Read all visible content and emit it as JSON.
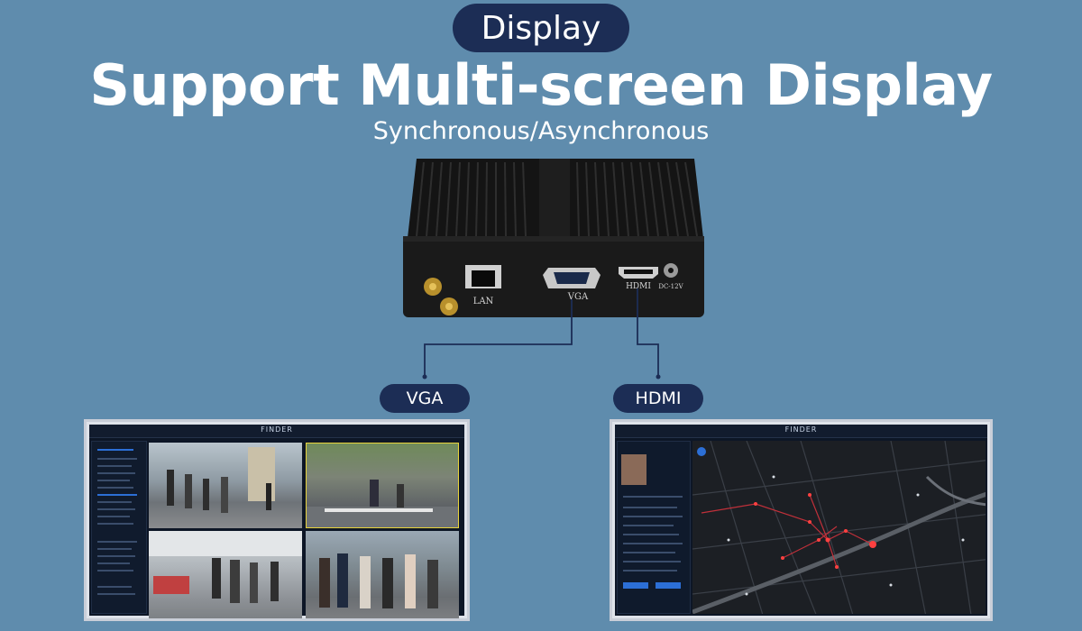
{
  "badge": "Display",
  "headline": "Support Multi-screen Display",
  "subhead": "Synchronous/Asynchronous",
  "device": {
    "ports": {
      "lan": "LAN",
      "vga": "VGA",
      "hdmi": "HDMI",
      "dc": "DC-12V"
    }
  },
  "outputs": {
    "vga_label": "VGA",
    "hdmi_label": "HDMI"
  },
  "screens": {
    "left_brand": "FINDER",
    "right_brand": "FINDER"
  },
  "colors": {
    "background": "#5f8cad",
    "pill": "#1c2d55",
    "device": "#111111",
    "connector_line": "#1c2d55"
  }
}
